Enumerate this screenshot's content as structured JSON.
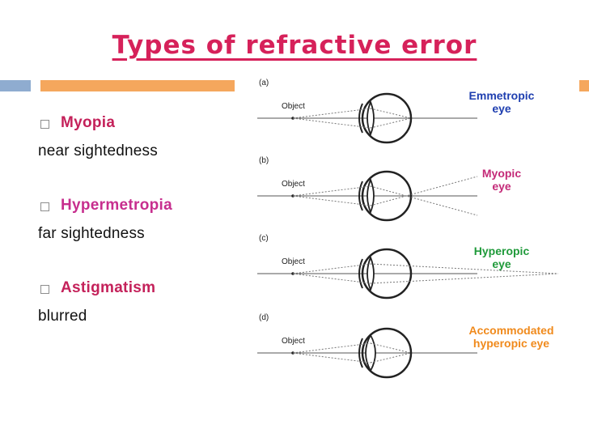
{
  "title": "Types of refractive error",
  "colors": {
    "title": "#d6215a",
    "accent_gray": "#8facd0",
    "accent_orange": "#f5a75d",
    "myopia": "#c4215a",
    "hypermetropia": "#c72e8e",
    "astigmatism": "#c4215a",
    "emmetropic": "#1f3fb0",
    "myopic": "#c42a78",
    "hyperopic": "#1f9a3a",
    "accommodated": "#f08a1c"
  },
  "list": [
    {
      "term": "Myopia",
      "description": "near sightedness"
    },
    {
      "term": "Hypermetropia",
      "description": "far sightedness"
    },
    {
      "term": "Astigmatism",
      "description": "blurred"
    }
  ],
  "figure": {
    "panels": [
      {
        "tag": "(a)",
        "object_label": "Object",
        "caption_line1": "Emmetropic",
        "caption_line2": "eye"
      },
      {
        "tag": "(b)",
        "object_label": "Object",
        "caption_line1": "Myopic",
        "caption_line2": "eye"
      },
      {
        "tag": "(c)",
        "object_label": "Object",
        "caption_line1": "Hyperopic",
        "caption_line2": "eye"
      },
      {
        "tag": "(d)",
        "object_label": "Object",
        "caption_line1": "Accommodated",
        "caption_line2": "hyperopic eye"
      }
    ]
  }
}
